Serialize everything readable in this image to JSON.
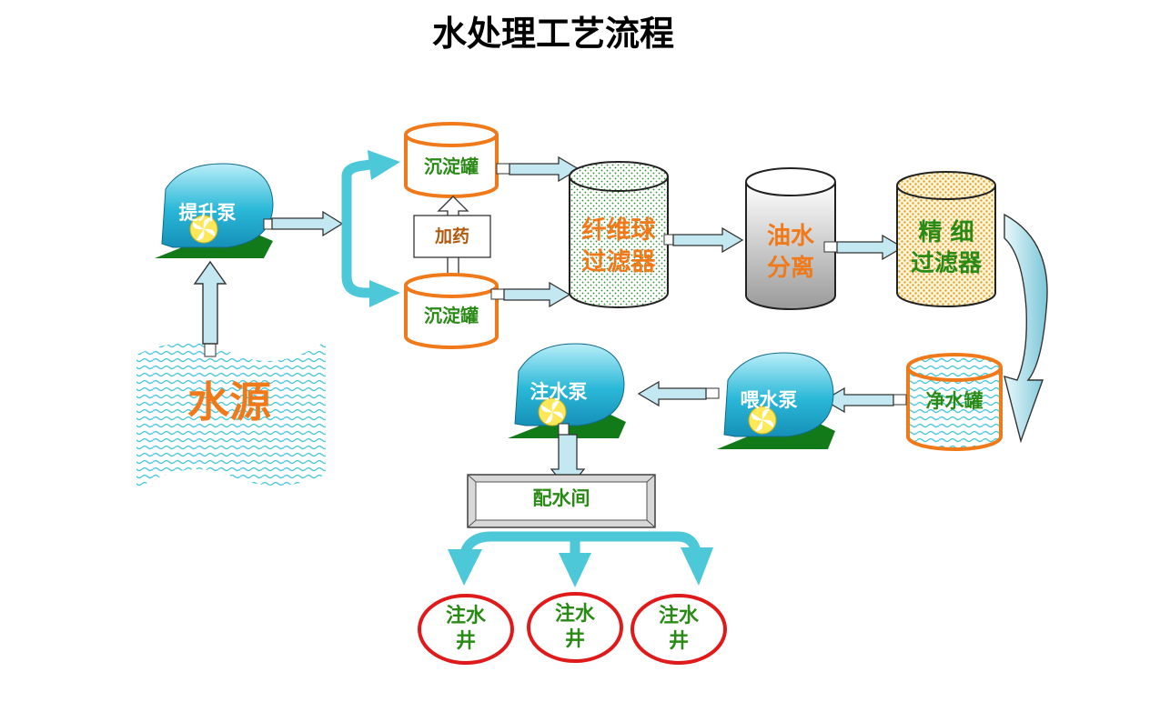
{
  "title": "水处理工艺流程",
  "colors": {
    "cyan_arrow": "#4cc8d8",
    "orange": "#f07a1a",
    "green_text": "#2a8a16",
    "dark_green": "#137a1a",
    "red": "#e01a1a",
    "tank_fill": "#bfeff6"
  },
  "nodes": {
    "water_source": "水源",
    "lift_pump": "提升泵",
    "settling_tank_top": "沉淀罐",
    "settling_tank_bottom": "沉淀罐",
    "dosing": "加药",
    "fiber_filter_l1": "纤维球",
    "fiber_filter_l2": "过滤器",
    "oil_sep_l1": "油水",
    "oil_sep_l2": "分离",
    "fine_filter_l1": "精 细",
    "fine_filter_l2": "过滤器",
    "clean_tank": "净水罐",
    "feed_pump": "喂水泵",
    "injection_pump": "注水泵",
    "distribution_room": "配水间",
    "well_1_l1": "注水",
    "well_1_l2": "井",
    "well_2_l1": "注水",
    "well_2_l2": "井",
    "well_3_l1": "注水",
    "well_3_l2": "井"
  }
}
